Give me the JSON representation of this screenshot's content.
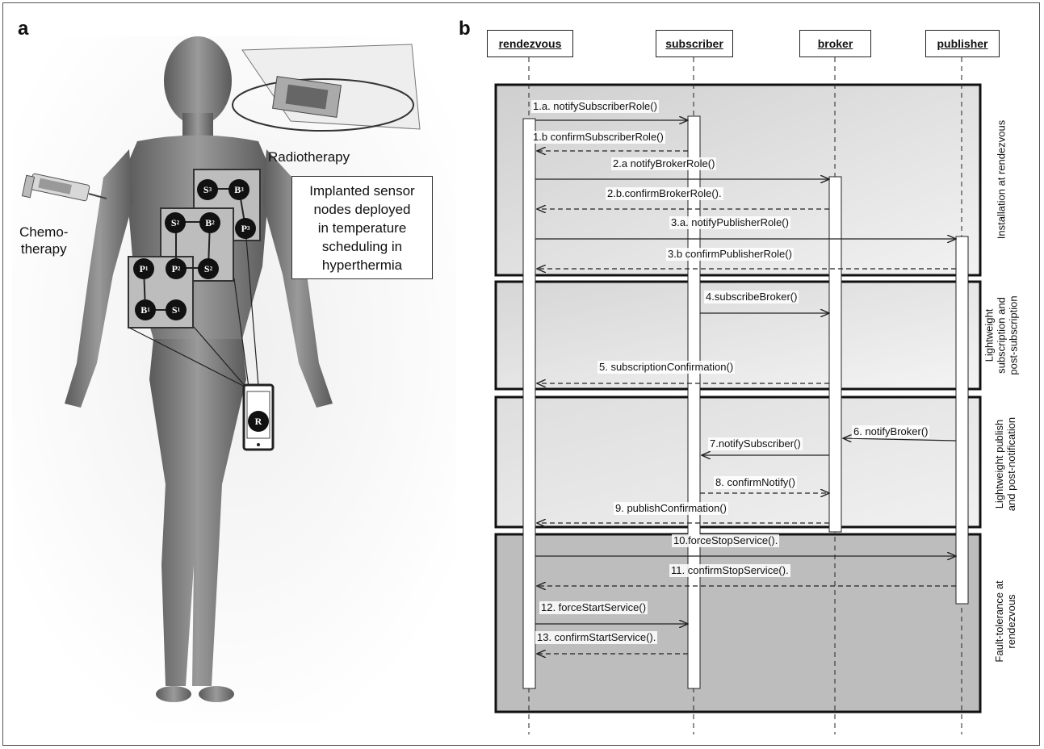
{
  "panel_a": {
    "letter": "a",
    "radiotherapy_label": "Radiotherapy",
    "chemo_label_line1": "Chemo-",
    "chemo_label_line2": "therapy",
    "implant_caption": [
      "Implanted sensor",
      "nodes deployed",
      "in temperature",
      "scheduling in",
      "hyperthermia"
    ],
    "nodes": [
      "S",
      "B",
      "S",
      "B",
      "P",
      "P",
      "P",
      "S",
      "B",
      "S",
      "R"
    ],
    "node_subscripts": [
      "3",
      "3",
      "2",
      "2",
      "3",
      "1",
      "2",
      "2",
      "1",
      "1",
      ""
    ]
  },
  "panel_b": {
    "letter": "b",
    "lifelines": [
      "rendezvous",
      "subscriber",
      "broker",
      "publisher"
    ],
    "phases": [
      [
        "Installation at rendezvous"
      ],
      [
        "Lightweight",
        "subscription and",
        "post-subscription"
      ],
      [
        "Lightweight publish",
        "and post-notification"
      ],
      [
        "Fault-tolerance at",
        "rendezvous"
      ]
    ],
    "messages": [
      "1.a. notifySubscriberRole()",
      "1.b confirmSubscriberRole()",
      "2.a notifyBrokerRole()",
      "2.b.confirmBrokerRole().",
      "3.a. notifyPublisherRole()",
      "3.b confirmPublisherRole()",
      "4.subscribeBroker()",
      "5. subscriptionConfirmation()",
      "6. notifyBroker()",
      "7.notifySubscriber()",
      "8. confirmNotify()",
      "9. publishConfirmation()",
      "10.forceStopService().",
      "11. confirmStopService().",
      "12. forceStartService()",
      "13. confirmStartService()."
    ]
  },
  "colors": {
    "phase_fill_light": "#e4e4e4",
    "phase_fill_dark": "#c4c4c4",
    "node_fill": "#111111",
    "body_fill": "#7a7a7a"
  }
}
